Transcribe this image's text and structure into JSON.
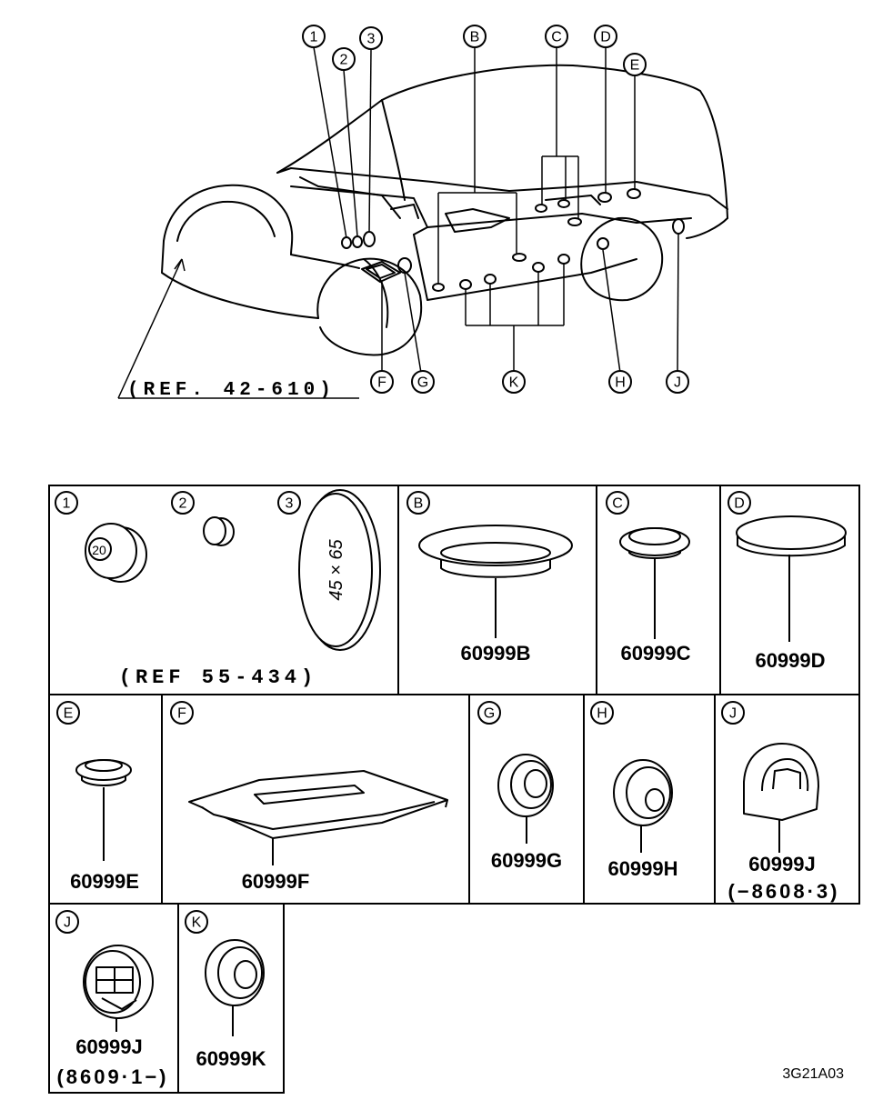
{
  "overview": {
    "callouts": {
      "n1": "1",
      "n2": "2",
      "n3": "3",
      "B": "B",
      "C": "C",
      "D": "D",
      "E": "E",
      "F": "F",
      "G": "G",
      "K": "K",
      "H": "H",
      "J": "J"
    },
    "ref_label": "(REF. 42-610)"
  },
  "table": {
    "cells": [
      {
        "id": "n123",
        "labels": [
          "1",
          "2",
          "3"
        ],
        "size_text": "45 × 65",
        "inner_text": "20",
        "ref": "(REF 55-434)"
      },
      {
        "id": "B",
        "label": "B",
        "part": "60999B"
      },
      {
        "id": "C",
        "label": "C",
        "part": "60999C"
      },
      {
        "id": "D",
        "label": "D",
        "part": "60999D"
      },
      {
        "id": "E",
        "label": "E",
        "part": "60999E"
      },
      {
        "id": "F",
        "label": "F",
        "part": "60999F"
      },
      {
        "id": "G",
        "label": "G",
        "part": "60999G"
      },
      {
        "id": "H",
        "label": "H",
        "part": "60999H"
      },
      {
        "id": "J1",
        "label": "J",
        "part": "60999J",
        "note": "(−8608·3)"
      },
      {
        "id": "J2",
        "label": "J",
        "part": "60999J",
        "note": "(8609·1−)"
      },
      {
        "id": "K",
        "label": "K",
        "part": "60999K"
      }
    ]
  },
  "diagram_code": "3G21A03"
}
